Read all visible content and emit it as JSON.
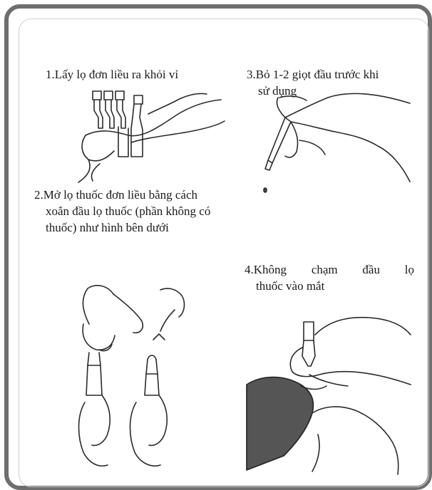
{
  "steps": [
    {
      "number": "1.",
      "text": "Lấy lọ đơn liều ra khỏi vỉ"
    },
    {
      "number": "2.",
      "line1": "Mở lọ thuốc đơn liều bằng cách",
      "line2": "xoắn đầu lọ thuốc (phần không có",
      "line3": "thuốc) như hình bên dưới"
    },
    {
      "number": "3.",
      "line1": "Bỏ 1-2 giọt đầu trước khi",
      "line2": "sử dụng"
    },
    {
      "number": "4.",
      "line1a": "Không",
      "line1b": "chạm",
      "line1c": "đầu",
      "line1d": "lọ",
      "line2": "thuốc vào mắt"
    }
  ],
  "illustrations": {
    "step1": "hand-removing-vial-icon",
    "step2": "hands-twisting-vial-icon",
    "step3": "hand-squeezing-drop-icon",
    "step4": "eye-drop-application-icon"
  }
}
